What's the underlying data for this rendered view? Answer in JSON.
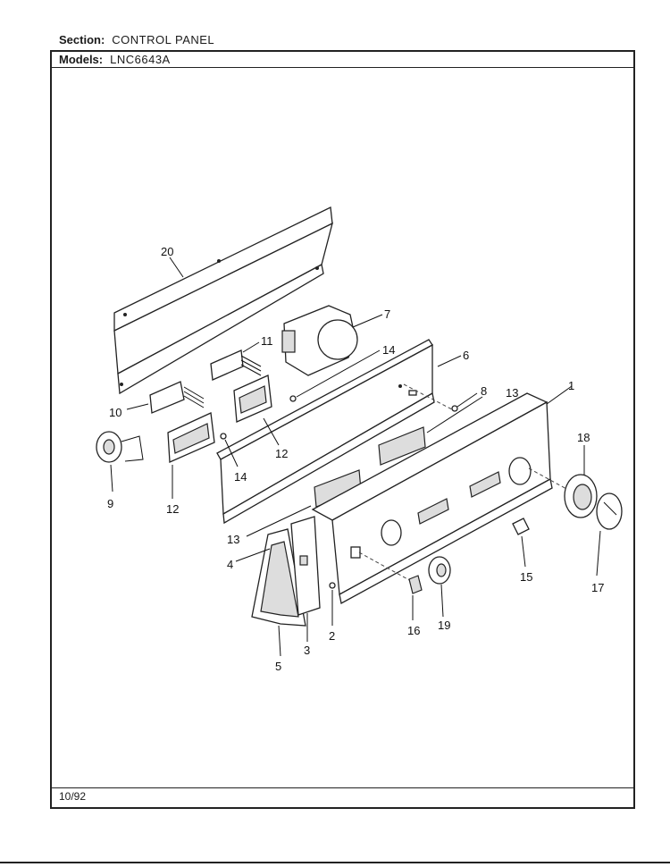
{
  "header": {
    "section_label": "Section:",
    "section_value": "CONTROL PANEL",
    "models_label": "Models:",
    "models_value": "LNC6643A"
  },
  "footer": {
    "date_code": "10/92"
  },
  "diagram": {
    "callouts": [
      "1",
      "2",
      "3",
      "4",
      "5",
      "6",
      "7",
      "8",
      "9",
      "10",
      "11",
      "12",
      "12",
      "13",
      "13",
      "14",
      "14",
      "15",
      "16",
      "17",
      "18",
      "19",
      "20"
    ]
  }
}
